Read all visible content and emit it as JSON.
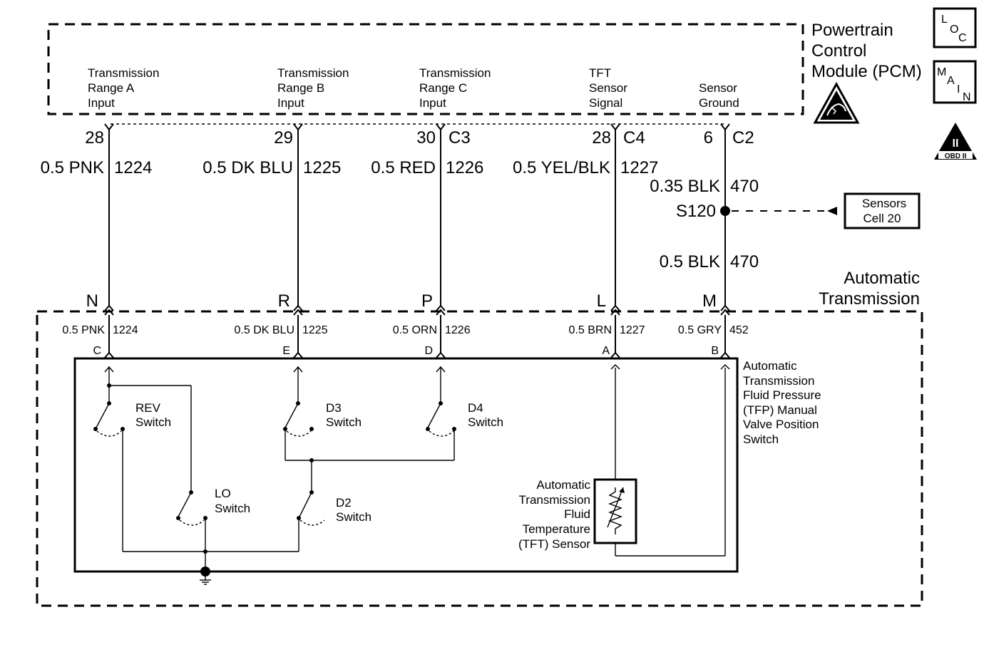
{
  "pcm": {
    "title_lines": [
      "Powertrain",
      "Control",
      "Module (PCM)"
    ],
    "inputs": [
      {
        "lines": [
          "Transmission",
          "Range A",
          "Input"
        ]
      },
      {
        "lines": [
          "Transmission",
          "Range B",
          "Input"
        ]
      },
      {
        "lines": [
          "Transmission",
          "Range C",
          "Input"
        ]
      },
      {
        "lines": [
          "TFT",
          "Sensor",
          "Signal"
        ]
      },
      {
        "lines": [
          "Sensor",
          "Ground"
        ]
      }
    ],
    "pins": [
      {
        "pin": "28",
        "conn": ""
      },
      {
        "pin": "29",
        "conn": ""
      },
      {
        "pin": "30",
        "conn": "C3"
      },
      {
        "pin": "28",
        "conn": "C4"
      },
      {
        "pin": "6",
        "conn": "C2"
      }
    ]
  },
  "icons": {
    "loc": [
      "L",
      "O",
      "C"
    ],
    "main": [
      "M",
      "A",
      "I",
      "N"
    ],
    "obd": {
      "roman": "II",
      "label": "OBD II"
    }
  },
  "upper_wires": [
    {
      "gauge_color": "0.5 PNK",
      "circuit": "1224"
    },
    {
      "gauge_color": "0.5 DK BLU",
      "circuit": "1225"
    },
    {
      "gauge_color": "0.5 RED",
      "circuit": "1226"
    },
    {
      "gauge_color": "0.5 YEL/BLK",
      "circuit": "1227"
    },
    {
      "gauge_color": "0.35 BLK",
      "circuit": "470"
    }
  ],
  "splice": {
    "name": "S120",
    "lower_gauge_color": "0.5 BLK",
    "lower_circuit": "470",
    "ref_lines": [
      "Sensors",
      "Cell 20"
    ]
  },
  "transmission": {
    "title_lines": [
      "Automatic",
      "Transmission"
    ],
    "connector_pins": [
      "N",
      "R",
      "P",
      "L",
      "M"
    ],
    "internal_wires": [
      {
        "gauge_color": "0.5 PNK",
        "circuit": "1224",
        "terminal": "C"
      },
      {
        "gauge_color": "0.5 DK BLU",
        "circuit": "1225",
        "terminal": "E"
      },
      {
        "gauge_color": "0.5 ORN",
        "circuit": "1226",
        "terminal": "D"
      },
      {
        "gauge_color": "0.5 BRN",
        "circuit": "1227",
        "terminal": "A"
      },
      {
        "gauge_color": "0.5 GRY",
        "circuit": "452",
        "terminal": "B"
      }
    ],
    "tfp_lines": [
      "Automatic",
      "Transmission",
      "Fluid Pressure",
      "(TFP) Manual",
      "Valve Position",
      "Switch"
    ],
    "switches": {
      "rev": [
        "REV",
        "Switch"
      ],
      "d3": [
        "D3",
        "Switch"
      ],
      "d4": [
        "D4",
        "Switch"
      ],
      "lo": [
        "LO",
        "Switch"
      ],
      "d2": [
        "D2",
        "Switch"
      ]
    },
    "tft_lines": [
      "Automatic",
      "Transmission",
      "Fluid",
      "Temperature",
      "(TFT) Sensor"
    ]
  }
}
